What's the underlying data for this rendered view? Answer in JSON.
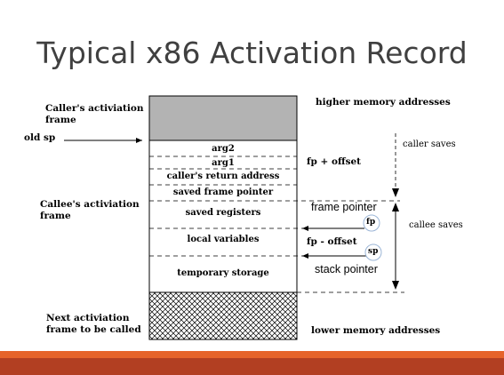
{
  "title": "Typical x86 Activation Record",
  "left_labels": {
    "caller_frame": "Caller's activiation frame",
    "old_sp": "old sp",
    "callee_frame": "Callee's activiation frame",
    "next_frame": "Next activiation frame to be called"
  },
  "cells": {
    "arg2": "arg2",
    "arg1": "arg1",
    "return_address": "caller's return address",
    "saved_fp": "saved frame pointer",
    "saved_regs": "saved registers",
    "locals": "local variables",
    "temp": "temporary storage"
  },
  "right_labels": {
    "higher": "higher memory addresses",
    "fp_plus": "fp + offset",
    "frame_pointer": "frame pointer",
    "fp": "fp",
    "fp_minus": "fp - offset",
    "sp": "sp",
    "stack_pointer": "stack pointer",
    "lower": "lower memory addresses",
    "caller_saves": "caller saves",
    "callee_saves": "callee saves"
  },
  "colors": {
    "caller_block": "#b3b3b3",
    "footer_light": "#e6632a",
    "footer_dark": "#b23f22"
  }
}
